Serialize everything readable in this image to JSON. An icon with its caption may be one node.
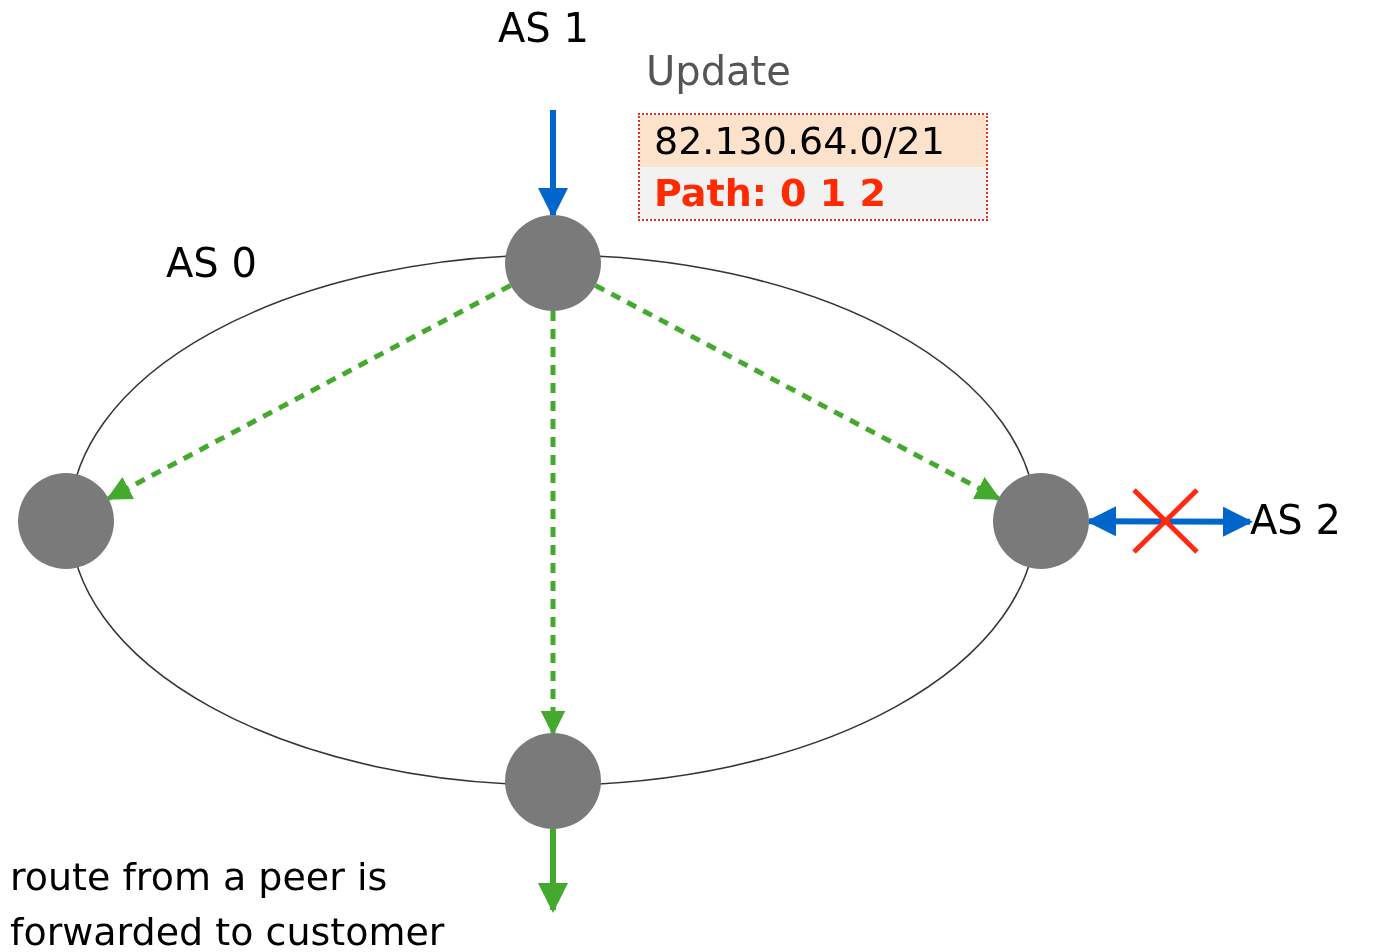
{
  "diagram": {
    "nodes": [
      {
        "text": [],
        "shape": "circle"
      },
      {
        "text": [],
        "shape": "circle"
      },
      {
        "text": [],
        "shape": "circle"
      },
      {
        "text": [],
        "shape": "circle"
      },
      {
        "text": [
          "AS 1"
        ]
      },
      {
        "text": [
          "Update",
          "82.130.64.0/21",
          "Path: 0 1 2"
        ]
      },
      {
        "text": [
          "AS 2"
        ]
      }
    ],
    "edges": [
      {
        "from": 4,
        "to": 0,
        "arrow": "to",
        "color": "#0066cc"
      },
      {
        "from": 0,
        "to": 1,
        "arrow": "to",
        "style": "dashed"
      },
      {
        "from": 0,
        "to": 2,
        "arrow": "to",
        "style": "dashed"
      },
      {
        "from": 0,
        "to": 3,
        "arrow": "to",
        "style": "dashed"
      },
      {
        "from": 2,
        "to": 6,
        "arrow": "both",
        "color": "#0066cc"
      },
      {
        "from": 3,
        "to": null,
        "arrow": "to"
      }
    ],
    "labels": [
      "AS 0",
      "route from a peer is forwarded to customer"
    ]
  }
}
